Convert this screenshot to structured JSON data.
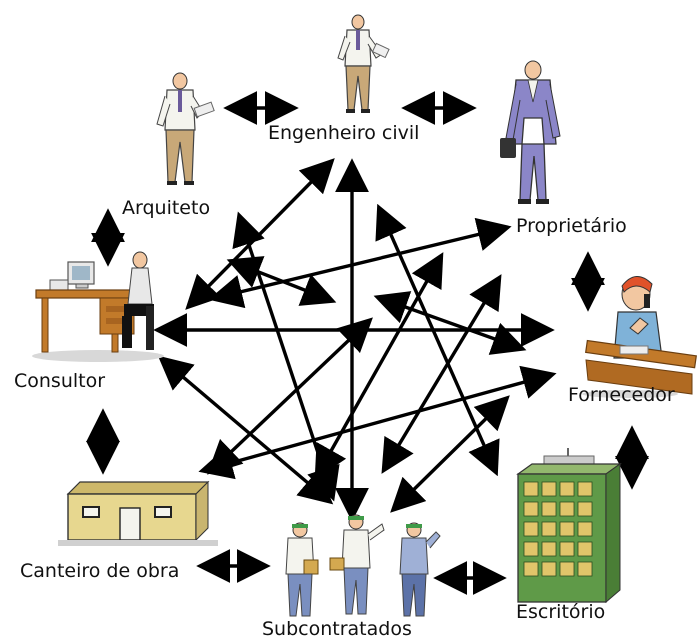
{
  "nodes": {
    "engenheiro": {
      "label": "Engenheiro civil",
      "icon": "engineer-figure-icon"
    },
    "arquiteto": {
      "label": "Arquiteto",
      "icon": "architect-figure-icon"
    },
    "proprietario": {
      "label": "Proprietário",
      "icon": "businessman-figure-icon"
    },
    "consultor": {
      "label": "Consultor",
      "icon": "desk-computer-worker-icon"
    },
    "fornecedor": {
      "label": "Fornecedor",
      "icon": "phone-operator-desk-icon"
    },
    "canteiro": {
      "label": "Canteiro de obra",
      "icon": "site-building-icon"
    },
    "subcontratados": {
      "label": "Subcontratados",
      "icon": "workers-group-icon"
    },
    "escritorio": {
      "label": "Escritório",
      "icon": "office-building-icon"
    }
  },
  "colors": {
    "arrow": "#000000",
    "skin": "#f2c7a1",
    "shirt": "#f4f4ee",
    "pants": "#c8a878",
    "suit": "#8b86c8",
    "building_green": "#5f9a48",
    "building_roof": "#93b86e",
    "window": "#e0c56a",
    "shed_wall": "#e7d78f",
    "desk": "#c27a2a",
    "operator_hair": "#e0522a",
    "worker_cap": "#3f9a48",
    "worker_pants": "#7a8fc0"
  }
}
